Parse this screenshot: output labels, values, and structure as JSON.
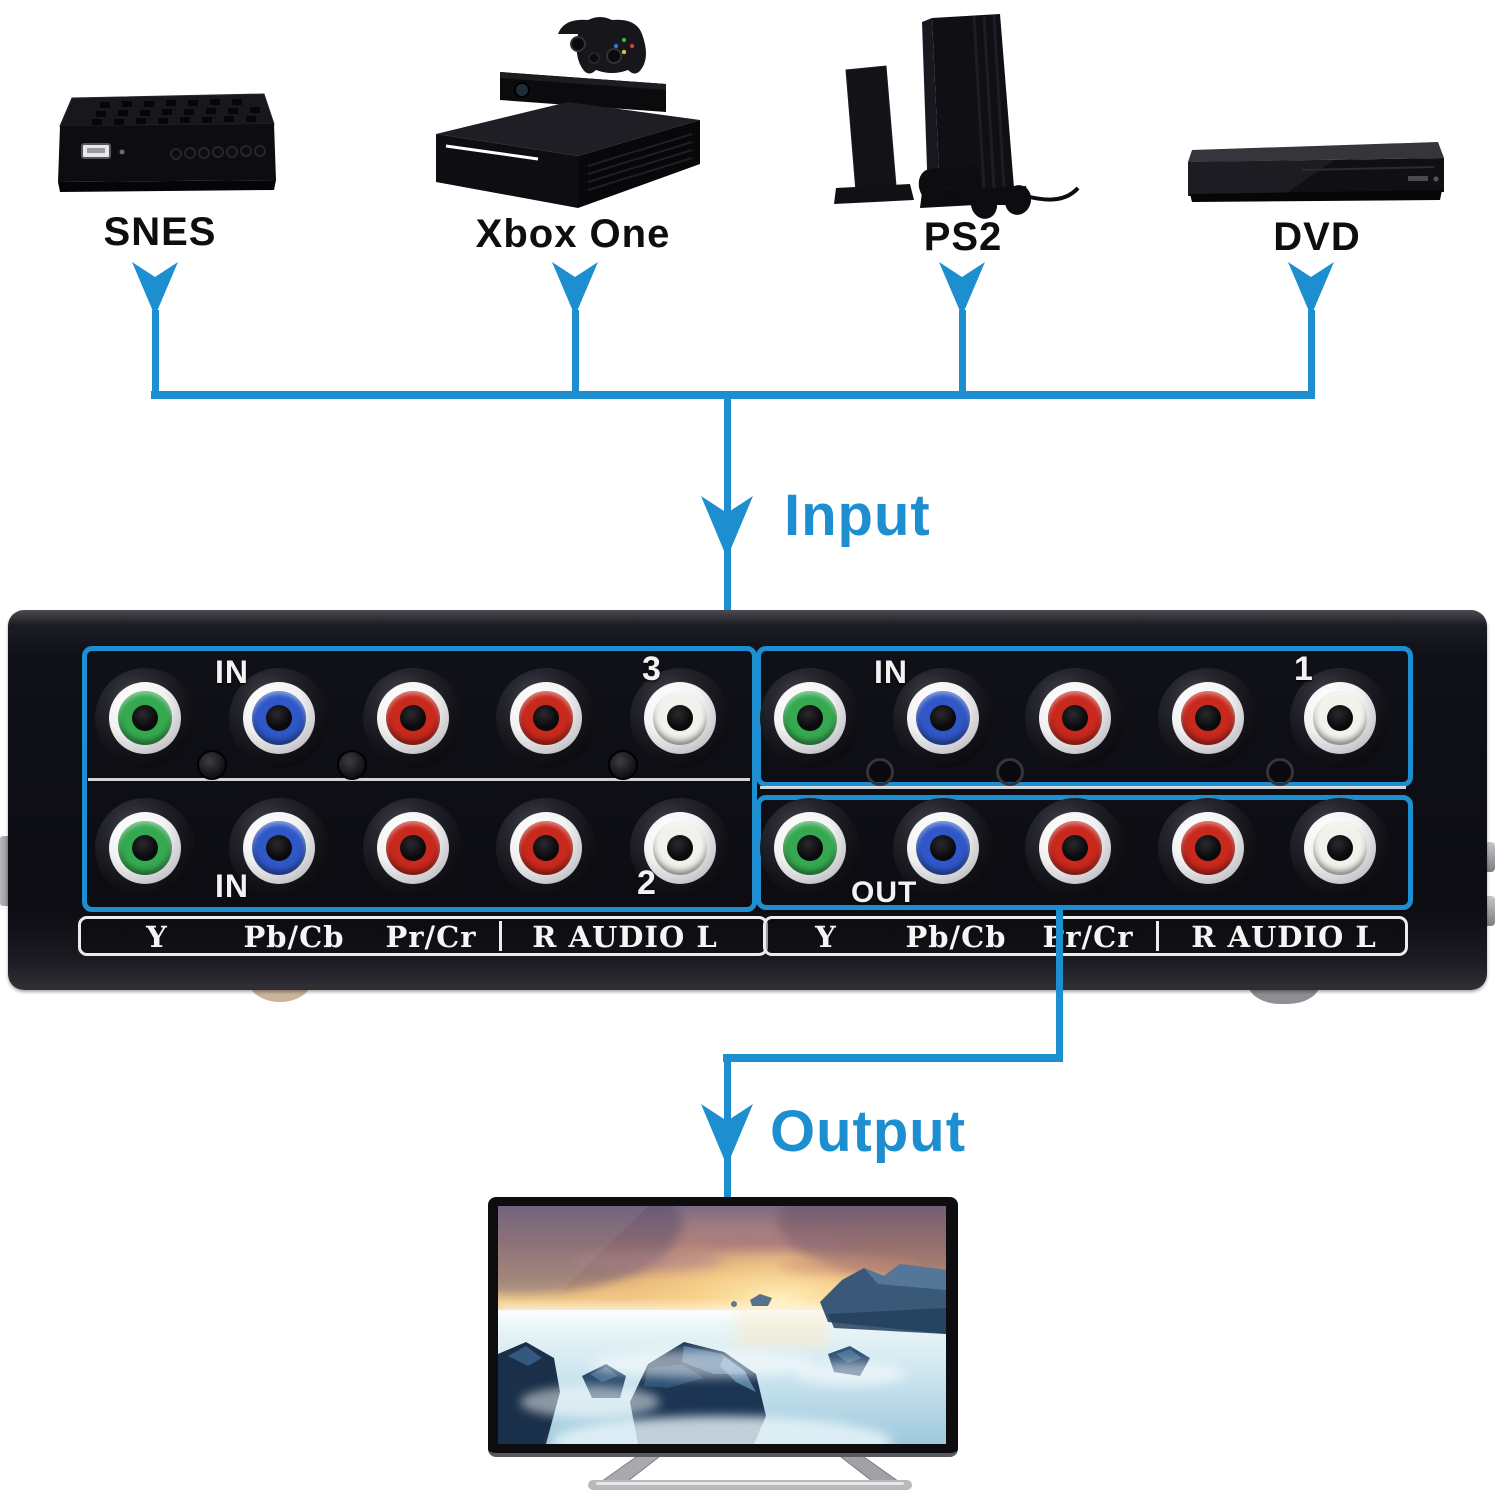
{
  "colors": {
    "accent": "#1d8fd1",
    "panel_black": "#0c0c12",
    "jack_green": "#35a94f",
    "jack_blue": "#2f57c8",
    "jack_red": "#c9281d",
    "jack_white": "#f2f1ec"
  },
  "devices": [
    {
      "name": "SNES"
    },
    {
      "name": "Xbox One"
    },
    {
      "name": "PS2"
    },
    {
      "name": "DVD"
    }
  ],
  "flow": {
    "input": "Input",
    "output": "Output"
  },
  "switcher": {
    "row_labels": {
      "top_left": "IN",
      "top_left_num": "3",
      "top_right": "IN",
      "top_right_num": "1",
      "bottom_left": "IN",
      "bottom_left_num": "2",
      "bottom_right": "OUT"
    },
    "jack_colors": [
      "#35a94f",
      "#2f57c8",
      "#c9281d",
      "#c9281d",
      "#f2f1ec"
    ],
    "strip_labels": [
      "Y",
      "Pb/Cb",
      "Pr/Cr",
      "R AUDIO L"
    ]
  }
}
